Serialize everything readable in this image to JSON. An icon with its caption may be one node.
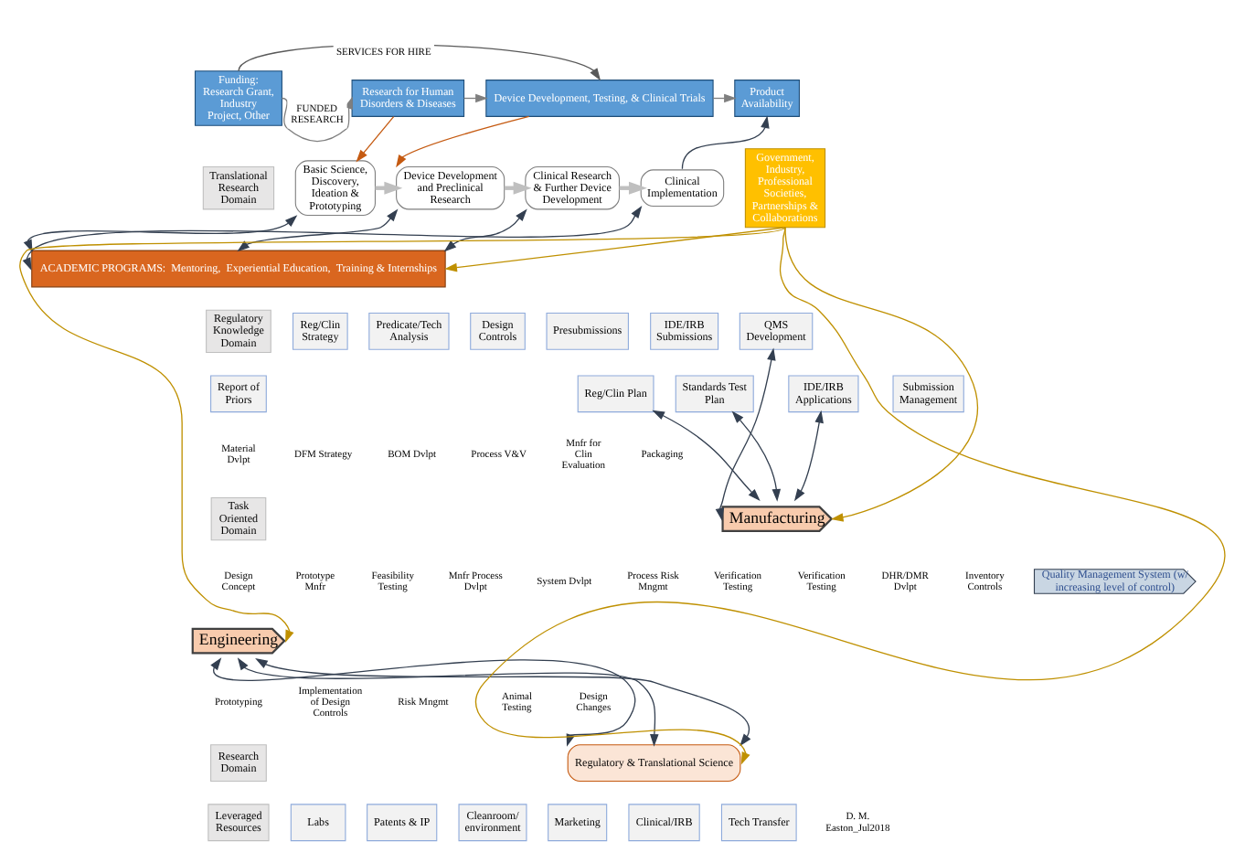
{
  "diagram": {
    "nodes": [
      {
        "text": [
          "Funding: Research Grant, Industry Project, Other"
        ]
      },
      {
        "text": [
          "Research for Human Disorders & Diseases"
        ]
      },
      {
        "text": [
          "Device Development, Testing, & Clinical Trials"
        ]
      },
      {
        "text": [
          "Product Availability"
        ]
      },
      {
        "text": [
          "Translational Research Domain"
        ]
      },
      {
        "text": [
          "Basic Science, Discovery, Ideation & Prototyping"
        ]
      },
      {
        "text": [
          "Device Development and Preclinical Research"
        ]
      },
      {
        "text": [
          "Clinical Research & Further Device Development"
        ]
      },
      {
        "text": [
          "Clinical Implementation"
        ]
      },
      {
        "text": [
          "ACADEMIC PROGRAMS:  Mentoring,  Experiential Education,  Training & Internships"
        ]
      },
      {
        "text": [
          "Regulatory Knowledge Domain"
        ]
      },
      {
        "text": [
          "Reg/Clin Strategy"
        ]
      },
      {
        "text": [
          "Predicate/Tech Analysis"
        ]
      },
      {
        "text": [
          "Design Controls"
        ]
      },
      {
        "text": [
          "Presubmissions"
        ]
      },
      {
        "text": [
          "IDE/IRB Submissions"
        ]
      },
      {
        "text": [
          "QMS Development"
        ]
      },
      {
        "text": [
          "Report of Priors"
        ]
      },
      {
        "text": [
          "Reg/Clin Plan"
        ]
      },
      {
        "text": [
          "Standards Test Plan"
        ]
      },
      {
        "text": [
          "IDE/IRB Applications"
        ]
      },
      {
        "text": [
          "Submission Management"
        ]
      },
      {
        "text": [
          "Task Oriented Domain"
        ]
      },
      {
        "text": [
          "Manufacturing"
        ]
      },
      {
        "text": [
          "Engineering"
        ]
      },
      {
        "text": [
          "Quality Management System (w/ increasing level of control)"
        ]
      },
      {
        "text": [
          "Research Domain"
        ]
      },
      {
        "text": [
          "Regulatory & Translational Science"
        ]
      },
      {
        "text": [
          "Leveraged Resources"
        ]
      },
      {
        "text": [
          "Labs"
        ]
      },
      {
        "text": [
          "Patents & IP"
        ]
      },
      {
        "text": [
          "Cleanroom/ environment"
        ]
      },
      {
        "text": [
          "Marketing"
        ]
      },
      {
        "text": [
          "Clinical/IRB"
        ]
      },
      {
        "text": [
          "Tech Transfer"
        ]
      },
      {
        "text": [
          "Government, Industry, Professional Societies, Partnerships & Collaborations"
        ]
      }
    ],
    "edges": [
      {
        "from": 0,
        "to": 1,
        "arrow": "to",
        "label": "FUNDED RESEARCH",
        "color": "#7f7f7f"
      },
      {
        "from": 0,
        "to": 2,
        "arrow": "to",
        "label": "SERVICES FOR HIRE",
        "color": "#595959"
      },
      {
        "from": 1,
        "to": 2,
        "arrow": "to",
        "color": "#7f7f7f"
      },
      {
        "from": 2,
        "to": 3,
        "arrow": "to",
        "color": "#7f7f7f"
      },
      {
        "from": 1,
        "to": 5,
        "arrow": "to",
        "color": "#c55a11"
      },
      {
        "from": 2,
        "to": 6,
        "arrow": "to",
        "color": "#c55a11"
      },
      {
        "from": 5,
        "to": 6,
        "arrow": "to",
        "style": "thick",
        "color": "#bfbfbf"
      },
      {
        "from": 6,
        "to": 7,
        "arrow": "to",
        "style": "thick",
        "color": "#bfbfbf"
      },
      {
        "from": 7,
        "to": 8,
        "arrow": "to",
        "style": "thick",
        "color": "#bfbfbf"
      },
      {
        "from": 8,
        "to": 3,
        "arrow": "to"
      },
      {
        "from": 5,
        "to": 9,
        "arrow": "both"
      },
      {
        "from": 6,
        "to": 9,
        "arrow": "both"
      },
      {
        "from": 7,
        "to": 9,
        "arrow": "both"
      },
      {
        "from": 8,
        "to": 9,
        "arrow": "both"
      },
      {
        "from": 18,
        "to": 23,
        "arrow": "both"
      },
      {
        "from": 19,
        "to": 23,
        "arrow": "both"
      },
      {
        "from": 20,
        "to": 23,
        "arrow": "both"
      },
      {
        "from": 16,
        "to": 23,
        "arrow": "both"
      },
      {
        "from": 24,
        "to": 27,
        "arrow": "both"
      },
      {
        "from": 24,
        "to": 27,
        "arrow": "both"
      },
      {
        "from": 24,
        "to": 27,
        "arrow": "both"
      },
      {
        "from": 35,
        "to": 9,
        "arrow": "to",
        "color": "#bf9000"
      },
      {
        "from": 35,
        "to": 23,
        "arrow": "to",
        "color": "#bf9000"
      },
      {
        "from": 35,
        "to": 24,
        "arrow": "to",
        "color": "#bf9000"
      },
      {
        "from": 35,
        "to": 27,
        "arrow": "to",
        "color": "#bf9000"
      }
    ],
    "labels": [
      "Material Dvlpt",
      "DFM Strategy",
      "BOM Dvlpt",
      "Process V&V",
      "Mnfr for Clin Evaluation",
      "Packaging",
      "Design Concept",
      "Prototype Mnfr",
      "Feasibility Testing",
      "Mnfr Process Dvlpt",
      "System Dvlpt",
      "Process Risk Mngmt",
      "Verification Testing",
      "Verification Testing",
      "DHR/DMR Dvlpt",
      "Inventory Controls",
      "Prototyping",
      "Implementation of Design Controls",
      "Risk Mngmt",
      "Animal Testing",
      "Design Changes",
      "D. M. Easton_Jul2018"
    ]
  }
}
